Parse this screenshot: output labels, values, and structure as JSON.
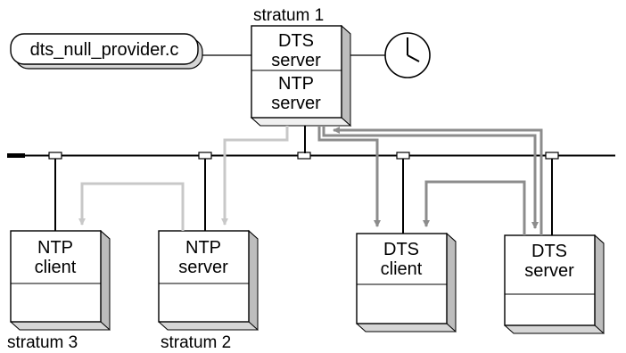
{
  "stratum1": {
    "caption": "stratum 1",
    "dts_line1": "DTS",
    "dts_line2": "server",
    "ntp_line1": "NTP",
    "ntp_line2": "server"
  },
  "provider_file": "dts_null_provider.c",
  "ntp_client": {
    "line1": "NTP",
    "line2": "client",
    "caption": "stratum 3"
  },
  "ntp_server": {
    "line1": "NTP",
    "line2": "server",
    "caption": "stratum 2"
  },
  "dts_client": {
    "line1": "DTS",
    "line2": "client"
  },
  "dts_server": {
    "line1": "DTS",
    "line2": "server"
  },
  "icons": {
    "clock": "clock-icon"
  },
  "colors": {
    "ntp_arrow": "#c8c8c8",
    "dts_arrow": "#8c8c8c",
    "box_side": "#d6d6d6",
    "box_top": "#f0f0f0"
  }
}
